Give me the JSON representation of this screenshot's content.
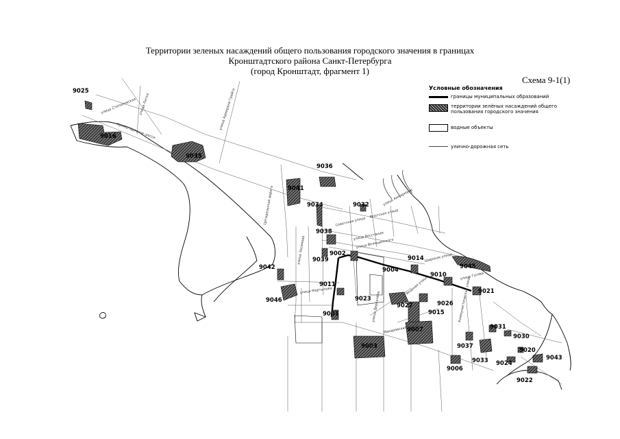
{
  "title": {
    "line1": "Территории зеленых насаждений общего пользования городского значения в границах",
    "line2": "Кронштадтского района Санкт-Петербурга",
    "line3": "(город Кронштадт, фрагмент 1)"
  },
  "schema": "Схема 9-1(1)",
  "legend": {
    "heading": "Условные обозначения",
    "items": [
      {
        "label": "границы муниципальных образований",
        "icon": "thick-line"
      },
      {
        "label": "территории зелёных насаждений общего пользования городского значения",
        "icon": "hatched-box"
      },
      {
        "label": "водные объекты",
        "icon": "empty-box"
      },
      {
        "label": "улично-дорожная сеть",
        "icon": "thin-line"
      }
    ]
  },
  "zones": [
    "9025",
    "9016",
    "9035",
    "9036",
    "9041",
    "9034",
    "9032",
    "9038",
    "9039",
    "9002",
    "9042",
    "9046",
    "9011",
    "9004",
    "9014",
    "9010",
    "9045",
    "9023",
    "9001",
    "9021",
    "9027",
    "9026",
    "9015",
    "9031",
    "9007",
    "9003",
    "9030",
    "9037",
    "9020",
    "9033",
    "9043",
    "9024",
    "9006",
    "9022"
  ],
  "streets": [
    "улица Степановская",
    "улица Литке",
    "улица Адмирала Грейга",
    "Кронштадтское шоссе",
    "Цитадельская дорога",
    "улица Зосимова",
    "улица Мартынова",
    "Советская улица",
    "улица Аммермана",
    "улица Восстания",
    "Флотская улица",
    "улица Гусева",
    "Широкая улица",
    "Якорная улица",
    "Макаровская улица",
    "улица Велещинского",
    "улица Деркачёва",
    "Коммунистическая улица"
  ]
}
